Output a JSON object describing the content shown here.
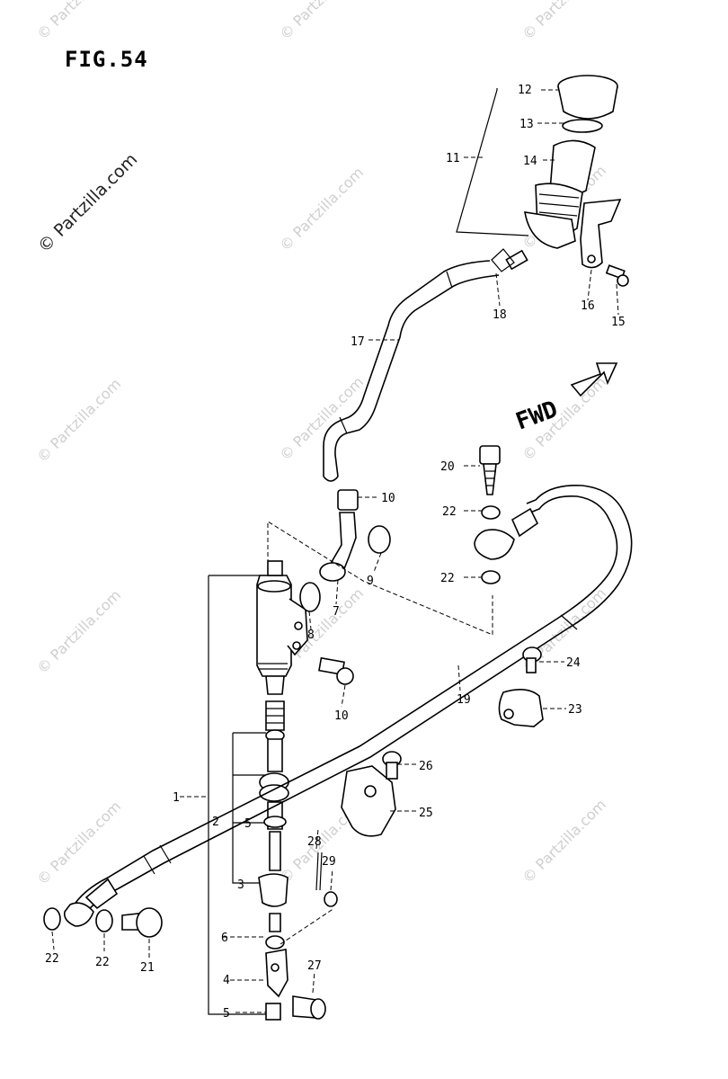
{
  "figure": {
    "title": "FIG.54",
    "direction_label": "FWD"
  },
  "watermark": {
    "text": "© Partzilla.com"
  },
  "callouts": {
    "p1": "1",
    "p2": "2",
    "p3": "3",
    "p4": "4",
    "p5a": "5",
    "p5b": "5",
    "p6": "6",
    "p7": "7",
    "p8": "8",
    "p9": "9",
    "p10a": "10",
    "p10b": "10",
    "p11": "11",
    "p12": "12",
    "p13": "13",
    "p14": "14",
    "p15": "15",
    "p16": "16",
    "p17": "17",
    "p18": "18",
    "p19": "19",
    "p20": "20",
    "p21": "21",
    "p22a": "22",
    "p22b": "22",
    "p22c": "22",
    "p22d": "22",
    "p23": "23",
    "p24": "24",
    "p25": "25",
    "p26": "26",
    "p27": "27",
    "p28": "28",
    "p29": "29"
  }
}
